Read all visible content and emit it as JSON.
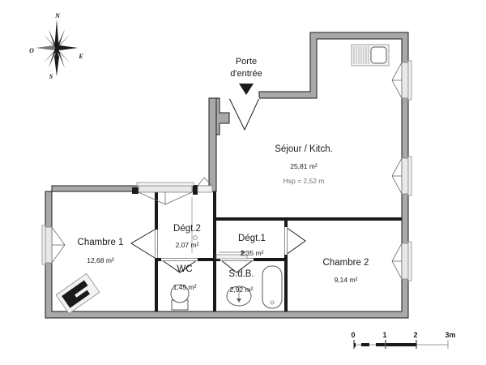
{
  "document": {
    "type": "floor-plan",
    "language": "fr"
  },
  "compass": {
    "name": "compass-rose",
    "north": "N",
    "east": "E",
    "south": "S",
    "west": "O"
  },
  "annotations": {
    "entrance": {
      "line1": "Porte",
      "line2": "d'entrée",
      "marker": "down-arrow"
    }
  },
  "rooms": [
    {
      "id": "sejour-kitchen",
      "name": "Séjour / Kitch.",
      "area": "25,81 m²",
      "height": "Hsp = 2,52 m"
    },
    {
      "id": "chambre-1",
      "name": "Chambre 1",
      "area": "12,68 m²",
      "height": ""
    },
    {
      "id": "chambre-2",
      "name": "Chambre 2",
      "area": "9,14 m²",
      "height": ""
    },
    {
      "id": "degagement-1",
      "name": "Dégt.1",
      "area": "2,35 m²",
      "height": ""
    },
    {
      "id": "degagement-2",
      "name": "Dégt.2",
      "area": "2,07 m²",
      "height": ""
    },
    {
      "id": "wc",
      "name": "WC",
      "area": "1,45 m²",
      "height": ""
    },
    {
      "id": "salle-de-bain",
      "name": "S.d.B.",
      "area": "2,92 m²",
      "height": ""
    }
  ],
  "scale_bar": {
    "name": "scale-bar",
    "ticks": [
      "0",
      "1",
      "2",
      "3m"
    ],
    "unit": "m"
  },
  "colors": {
    "wall_fill": "#a9a9a9",
    "wall_outline": "#1a1a1a",
    "background": "#ffffff",
    "text": "#1a1a1a",
    "muted_text": "#6f6f6f"
  }
}
